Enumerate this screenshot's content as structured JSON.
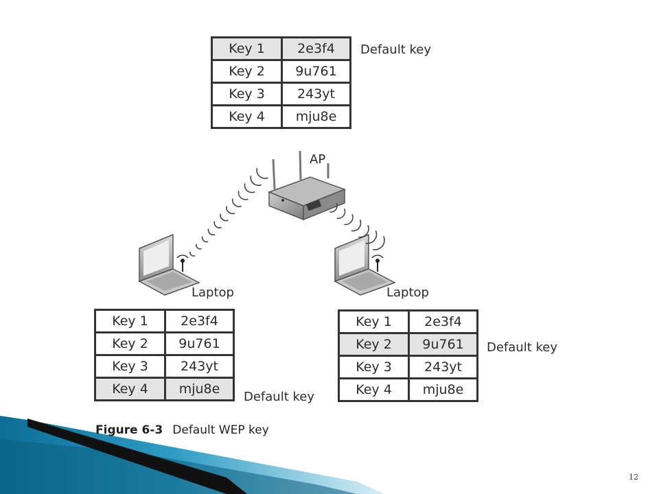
{
  "tables": {
    "top": {
      "rows": [
        {
          "key": "Key 1",
          "value": "2e3f4"
        },
        {
          "key": "Key 2",
          "value": "9u761"
        },
        {
          "key": "Key 3",
          "value": "243yt"
        },
        {
          "key": "Key 4",
          "value": "mju8e"
        }
      ],
      "default_index": 0
    },
    "left": {
      "rows": [
        {
          "key": "Key 1",
          "value": "2e3f4"
        },
        {
          "key": "Key 2",
          "value": "9u761"
        },
        {
          "key": "Key 3",
          "value": "243yt"
        },
        {
          "key": "Key 4",
          "value": "mju8e"
        }
      ],
      "default_index": 3
    },
    "right": {
      "rows": [
        {
          "key": "Key 1",
          "value": "2e3f4"
        },
        {
          "key": "Key 2",
          "value": "9u761"
        },
        {
          "key": "Key 3",
          "value": "243yt"
        },
        {
          "key": "Key 4",
          "value": "mju8e"
        }
      ],
      "default_index": 1
    }
  },
  "labels": {
    "default_key": "Default key",
    "ap": "AP",
    "laptop_left": "Laptop",
    "laptop_right": "Laptop"
  },
  "caption": {
    "figure": "Figure 6-3",
    "text": "Default WEP key"
  },
  "page_number": "12",
  "colors": {
    "slide_swoosh_dark": "#0b6e95",
    "slide_swoosh_light": "#9fd7ea",
    "default_row": "#e4e4e4"
  }
}
